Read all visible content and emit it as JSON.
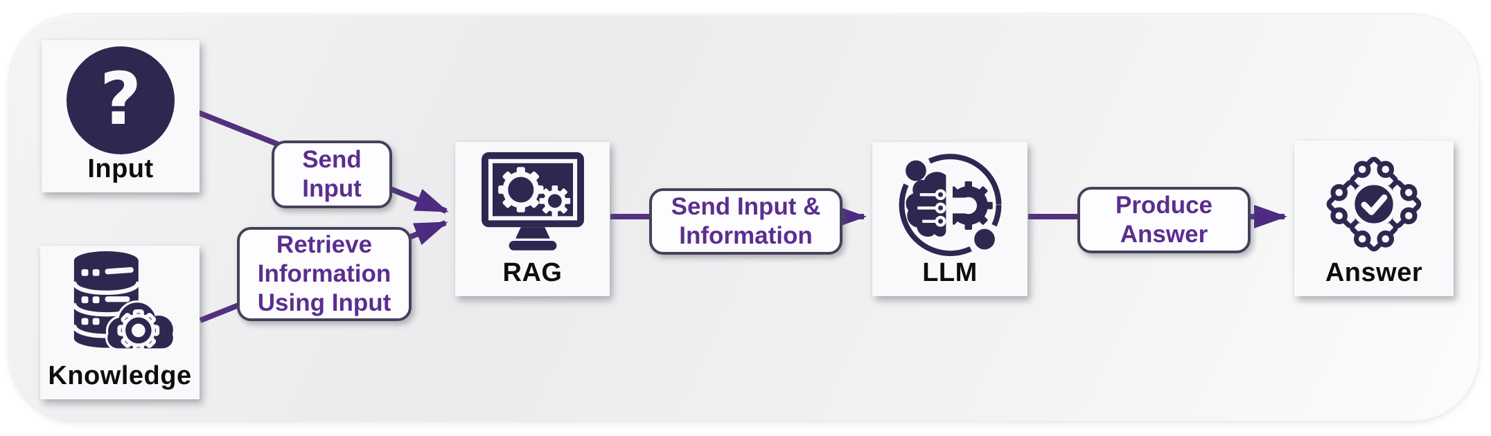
{
  "diagram": {
    "type": "flowchart",
    "description": "RAG pipeline flow",
    "background_color": "#ffffff",
    "card_color": "#f0f0f2"
  },
  "colors": {
    "icon_navy": "#2f2750",
    "arrow_purple": "#4d2b80",
    "label_text_purple": "#5b2e8e",
    "pill_border": "#45415c",
    "node_background": "#f8f9fb",
    "caption_black": "#0d0d0d"
  },
  "nodes": [
    {
      "id": "input",
      "label": "Input",
      "icon": "question-mark-circle-icon",
      "glyph": "?"
    },
    {
      "id": "knowledge",
      "label": "Knowledge",
      "icon": "database-cloud-gear-icon"
    },
    {
      "id": "rag",
      "label": "RAG",
      "icon": "monitor-gears-icon"
    },
    {
      "id": "llm",
      "label": "LLM",
      "icon": "brain-gear-orbit-icon"
    },
    {
      "id": "answer",
      "label": "Answer",
      "icon": "puzzle-check-icon"
    }
  ],
  "edges": [
    {
      "from": "Input",
      "to": "RAG",
      "label": "Send Input",
      "lines": [
        "Send",
        "Input"
      ]
    },
    {
      "from": "Knowledge",
      "to": "RAG",
      "label": "Retrieve Information Using Input",
      "lines": [
        "Retrieve",
        "Information",
        "Using Input"
      ]
    },
    {
      "from": "RAG",
      "to": "LLM",
      "label": "Send Input & Information",
      "lines": [
        "Send Input &",
        "Information"
      ]
    },
    {
      "from": "LLM",
      "to": "Answer",
      "label": "Produce Answer",
      "lines": [
        "Produce",
        "Answer"
      ]
    }
  ]
}
